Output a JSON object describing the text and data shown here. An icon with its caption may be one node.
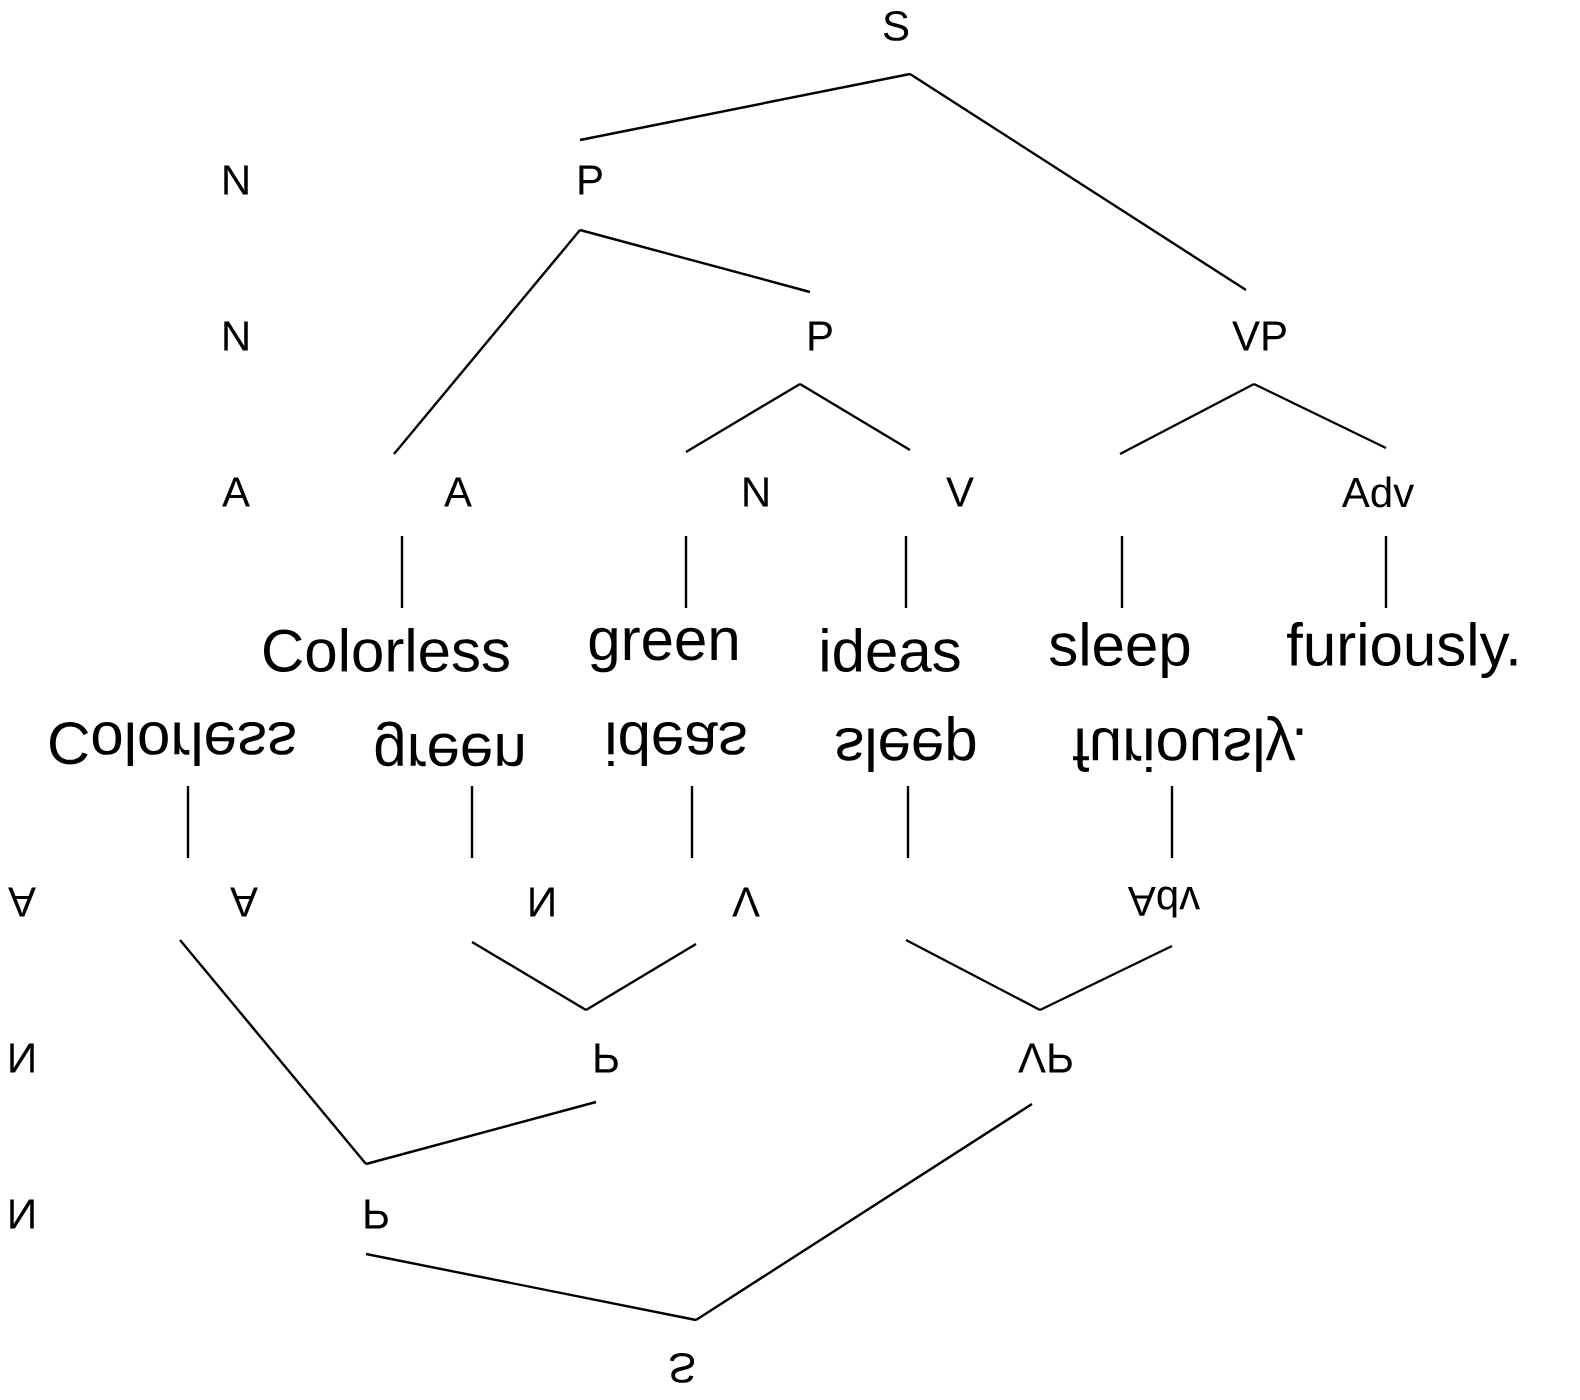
{
  "diagram": {
    "nodes": [
      {
        "text": [
          "S"
        ]
      },
      {
        "text": [
          "N"
        ]
      },
      {
        "text": [
          "P"
        ]
      },
      {
        "text": [
          "N"
        ]
      },
      {
        "text": [
          "P"
        ]
      },
      {
        "text": [
          "VP"
        ]
      },
      {
        "text": [
          "A"
        ]
      },
      {
        "text": [
          "A"
        ]
      },
      {
        "text": [
          "N"
        ]
      },
      {
        "text": [
          "V"
        ]
      },
      {
        "text": [
          "Adv"
        ]
      },
      {
        "text": [
          "Colorless"
        ]
      },
      {
        "text": [
          "green"
        ]
      },
      {
        "text": [
          "ideas"
        ]
      },
      {
        "text": [
          "sleep"
        ]
      },
      {
        "text": [
          "furiously."
        ]
      },
      {
        "text": [
          "Colorless"
        ]
      },
      {
        "text": [
          "green"
        ]
      },
      {
        "text": [
          "ideas"
        ]
      },
      {
        "text": [
          "sleep"
        ]
      },
      {
        "text": [
          "furiously."
        ]
      },
      {
        "text": [
          "A"
        ]
      },
      {
        "text": [
          "A"
        ]
      },
      {
        "text": [
          "N"
        ]
      },
      {
        "text": [
          "V"
        ]
      },
      {
        "text": [
          "Adv"
        ]
      },
      {
        "text": [
          "N"
        ]
      },
      {
        "text": [
          "P"
        ]
      },
      {
        "text": [
          "VP"
        ]
      },
      {
        "text": [
          "N"
        ]
      },
      {
        "text": [
          "P"
        ]
      },
      {
        "text": [
          "S"
        ]
      }
    ],
    "edges": [
      {
        "from": 0,
        "to": 2,
        "arrow": "none"
      },
      {
        "from": 0,
        "to": 5,
        "arrow": "none"
      },
      {
        "from": 2,
        "to": 7,
        "arrow": "none"
      },
      {
        "from": 2,
        "to": 4,
        "arrow": "none"
      },
      {
        "from": 4,
        "to": 8,
        "arrow": "none"
      },
      {
        "from": 4,
        "to": 9,
        "arrow": "none"
      },
      {
        "from": 5,
        "to": null,
        "arrow": "none"
      },
      {
        "from": 5,
        "to": 10,
        "arrow": "none"
      },
      {
        "from": 7,
        "to": 11,
        "arrow": "none"
      },
      {
        "from": 8,
        "to": 12,
        "arrow": "none"
      },
      {
        "from": 9,
        "to": 13,
        "arrow": "none"
      },
      {
        "from": null,
        "to": 14,
        "arrow": "none"
      },
      {
        "from": 10,
        "to": 15,
        "arrow": "none"
      },
      {
        "from": 31,
        "to": 30,
        "arrow": "none"
      },
      {
        "from": 31,
        "to": 28,
        "arrow": "none"
      },
      {
        "from": 30,
        "to": 22,
        "arrow": "none"
      },
      {
        "from": 30,
        "to": 27,
        "arrow": "none"
      },
      {
        "from": 27,
        "to": 23,
        "arrow": "none"
      },
      {
        "from": 27,
        "to": 24,
        "arrow": "none"
      },
      {
        "from": 28,
        "to": null,
        "arrow": "none"
      },
      {
        "from": 28,
        "to": 25,
        "arrow": "none"
      },
      {
        "from": 22,
        "to": 16,
        "arrow": "none"
      },
      {
        "from": 23,
        "to": 17,
        "arrow": "none"
      },
      {
        "from": 24,
        "to": 18,
        "arrow": "none"
      },
      {
        "from": null,
        "to": 19,
        "arrow": "none"
      },
      {
        "from": 25,
        "to": 20,
        "arrow": "none"
      }
    ]
  }
}
